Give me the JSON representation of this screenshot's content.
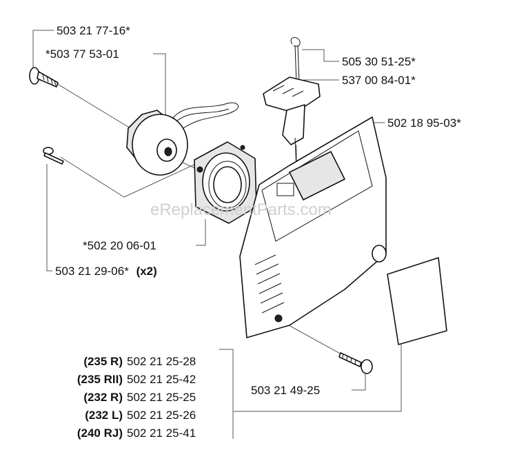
{
  "watermark": "eReplacementParts.com",
  "labels": {
    "p_503_21_77_16": "503 21 77-16*",
    "p_503_77_53_01": "*503 77 53-01",
    "p_505_30_51_25": "505 30 51-25*",
    "p_537_00_84_01": "537 00 84-01*",
    "p_502_18_95_03": "502 18 95-03*",
    "p_502_20_06_01": "*502 20 06-01",
    "p_503_21_29_06": "503 21 29-06*",
    "p_503_21_29_06_qty": "(x2)",
    "p_503_21_49_25": "503 21 49-25"
  },
  "models": [
    {
      "model": "(235 R)",
      "part": "502 21 25-28"
    },
    {
      "model": "(235 RII)",
      "part": "502 21 25-42"
    },
    {
      "model": "(232 R)",
      "part": "502 21 25-25"
    },
    {
      "model": "(232 L)",
      "part": "502 21 25-26"
    },
    {
      "model": "(240 RJ)",
      "part": "502 21 25-41"
    }
  ]
}
